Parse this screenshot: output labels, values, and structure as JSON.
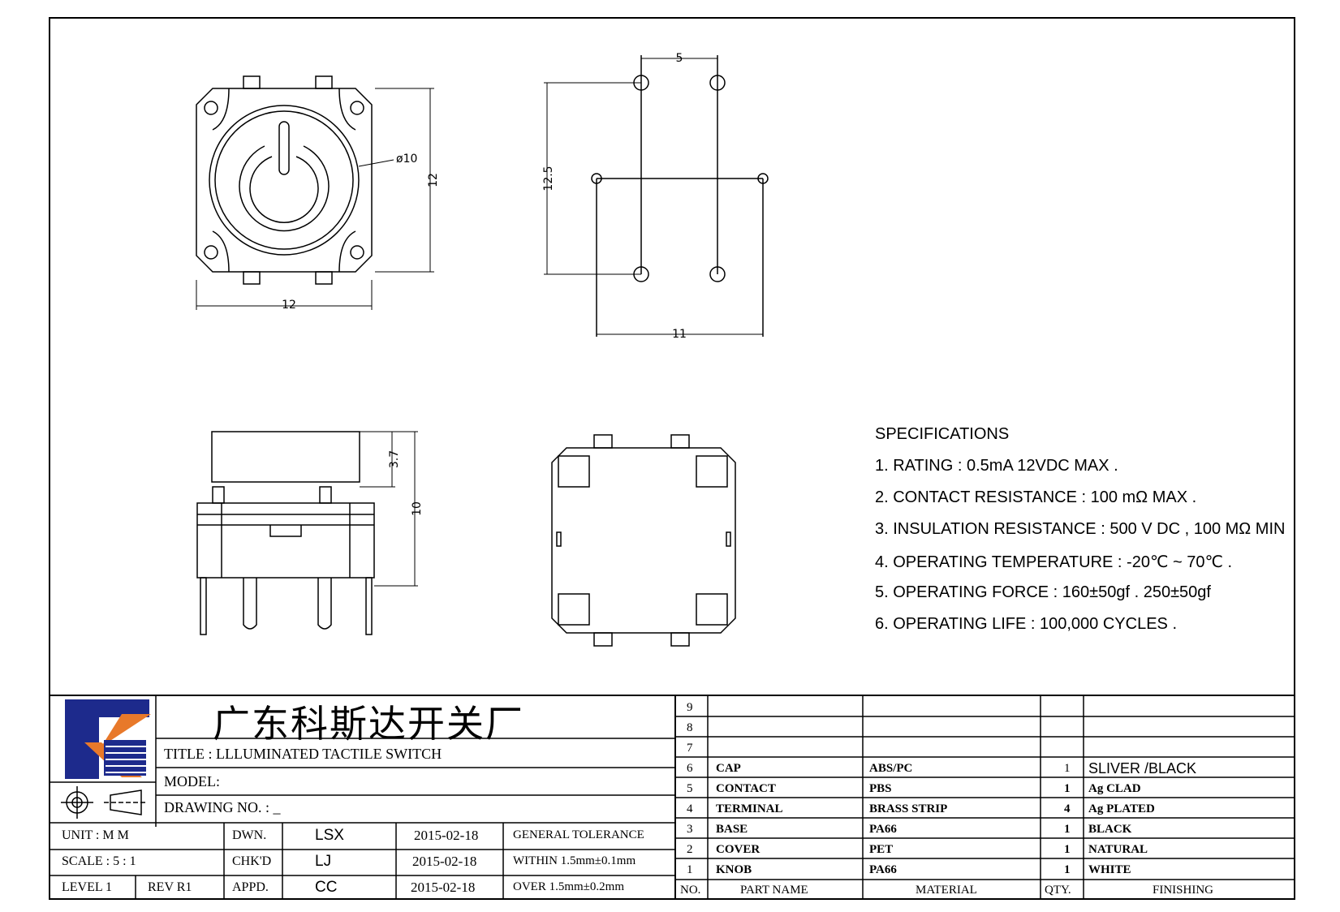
{
  "dimensions": {
    "top_view": {
      "width": "12",
      "height": "12",
      "diameter": "ø10"
    },
    "footprint": {
      "pitch_top": "5",
      "height": "12.5",
      "width": "11"
    },
    "side_view": {
      "cap_height": "3.7",
      "total_height": "10"
    }
  },
  "specifications": {
    "heading": "SPECIFICATIONS",
    "items": [
      "1. RATING : 0.5mA 12VDC MAX .",
      "2. CONTACT RESISTANCE : 100 mΩ MAX .",
      "3. INSULATION RESISTANCE : 500 V DC , 100 MΩ MIN",
      "4. OPERATING TEMPERATURE : -20℃ ~ 70℃ .",
      "5. OPERATING FORCE : 160±50gf . 250±50gf",
      "6. OPERATING LIFE : 100,000 CYCLES ."
    ]
  },
  "title_block": {
    "company": "广东科斯达开关厂",
    "title": "TITLE :  LLLUMINATED TACTILE SWITCH",
    "model": "MODEL:",
    "drawing_no": "DRAWING NO. : _",
    "unit_label": "UNIT   :   M M",
    "scale_label": "SCALE  :  5 : 1",
    "level_label": "LEVEL 1",
    "rev_label": "REV  R1",
    "rows": [
      {
        "role": "DWN.",
        "name": "LSX",
        "date": "2015-02-18",
        "note": "GENERAL TOLERANCE"
      },
      {
        "role": "CHK'D",
        "name": "LJ",
        "date": "2015-02-18",
        "note": "WITHIN 1.5mm±0.1mm"
      },
      {
        "role": "APPD.",
        "name": "CC",
        "date": "2015-02-18",
        "note": "OVER   1.5mm±0.2mm"
      }
    ]
  },
  "bom": {
    "header": {
      "no": "NO.",
      "part": "PART  NAME",
      "material": "MATERIAL",
      "qty": "QTY.",
      "finishing": "FINISHING"
    },
    "empty_rows": [
      "9",
      "8",
      "7"
    ],
    "rows": [
      {
        "no": "6",
        "part": "CAP",
        "material": "ABS/PC",
        "qty": "1",
        "finishing": "SLIVER /BLACK"
      },
      {
        "no": "5",
        "part": "CONTACT",
        "material": "PBS",
        "qty": "1",
        "finishing": "Ag CLAD"
      },
      {
        "no": "4",
        "part": "TERMINAL",
        "material": "BRASS STRIP",
        "qty": "4",
        "finishing": "Ag PLATED"
      },
      {
        "no": "3",
        "part": "BASE",
        "material": "PA66",
        "qty": "1",
        "finishing": "BLACK"
      },
      {
        "no": "2",
        "part": "COVER",
        "material": "PET",
        "qty": "1",
        "finishing": "NATURAL"
      },
      {
        "no": "1",
        "part": "KNOB",
        "material": "PA66",
        "qty": "1",
        "finishing": "WHITE"
      }
    ]
  },
  "colors": {
    "logo_blue": "#1d2a8c",
    "logo_orange": "#e8792a",
    "line": "#000000"
  }
}
